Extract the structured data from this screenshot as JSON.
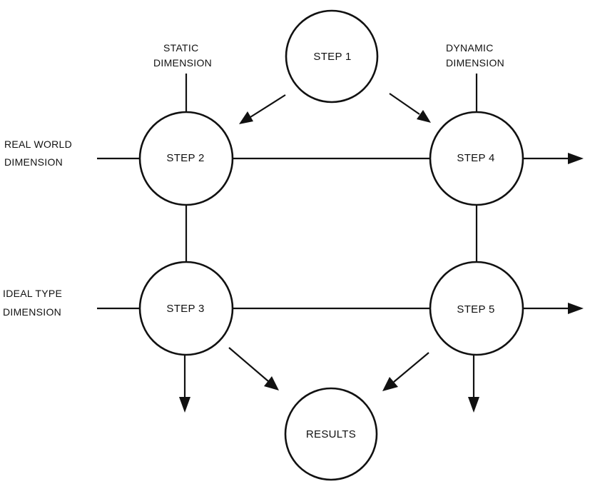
{
  "nodes": {
    "step1": "STEP 1",
    "step2": "STEP 2",
    "step3": "STEP 3",
    "step4": "STEP 4",
    "step5": "STEP 5",
    "results": "RESULTS"
  },
  "dimensions": {
    "static": {
      "line1": "STATIC",
      "line2": "DIMENSION"
    },
    "dynamic": {
      "line1": "DYNAMIC",
      "line2": "DIMENSION"
    },
    "real_world": {
      "line1": "REAL WORLD",
      "line2": "DIMENSION"
    },
    "ideal_type": {
      "line1": "IDEAL TYPE",
      "line2": "DIMENSION"
    }
  },
  "colors": {
    "stroke": "#111111",
    "background": "#ffffff"
  }
}
